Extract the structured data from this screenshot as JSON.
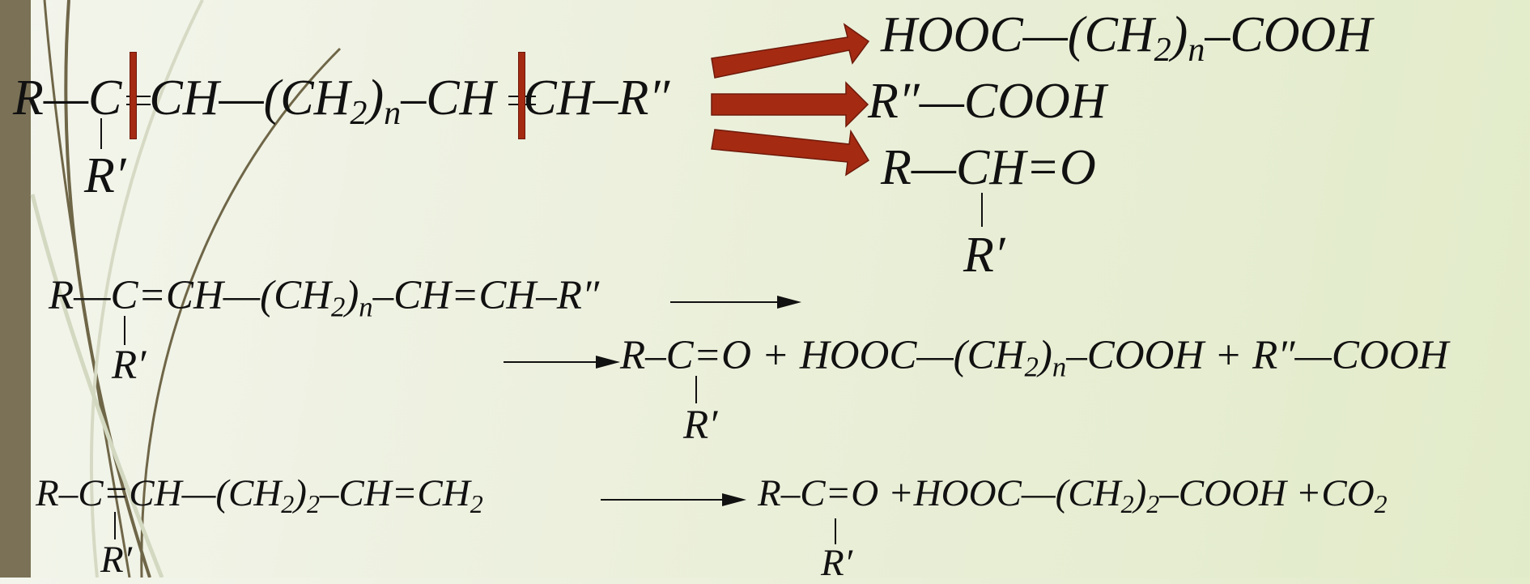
{
  "reaction1": {
    "reactant": [
      "R",
      "—C",
      "CH—(CH",
      "2",
      ")",
      "n",
      "–CH",
      "CH–R″"
    ],
    "reactant_sub": "R′",
    "products": {
      "p1": [
        "HOOC—(CH",
        "2",
        ")",
        "n",
        "–COOH"
      ],
      "p2": "R″—COOH",
      "p3": "R—CH=O",
      "p3_sub": "R′"
    }
  },
  "reaction2": {
    "reactant": [
      "R—C=CH—(CH",
      "2",
      ")",
      "n",
      "–CH=CH–R″"
    ],
    "reactant_sub": "R′",
    "product": [
      "R–C=O + HOOC—(CH",
      "2",
      ")",
      "n",
      "–COOH + R″—COOH"
    ],
    "product_sub": "R′"
  },
  "reaction3": {
    "reactant": [
      "R–C=CH—(CH",
      "2",
      ")",
      "2",
      "–CH=CH",
      "2"
    ],
    "reactant_sub": "R′",
    "product": [
      "R–C=O +HOOC—(CH",
      "2",
      ")",
      "2",
      "–COOH +CO",
      "2"
    ],
    "product_sub": "R′"
  },
  "colors": {
    "accent": "#a52a12",
    "side_bar": "#7a7156",
    "background": "#eef1e1"
  }
}
